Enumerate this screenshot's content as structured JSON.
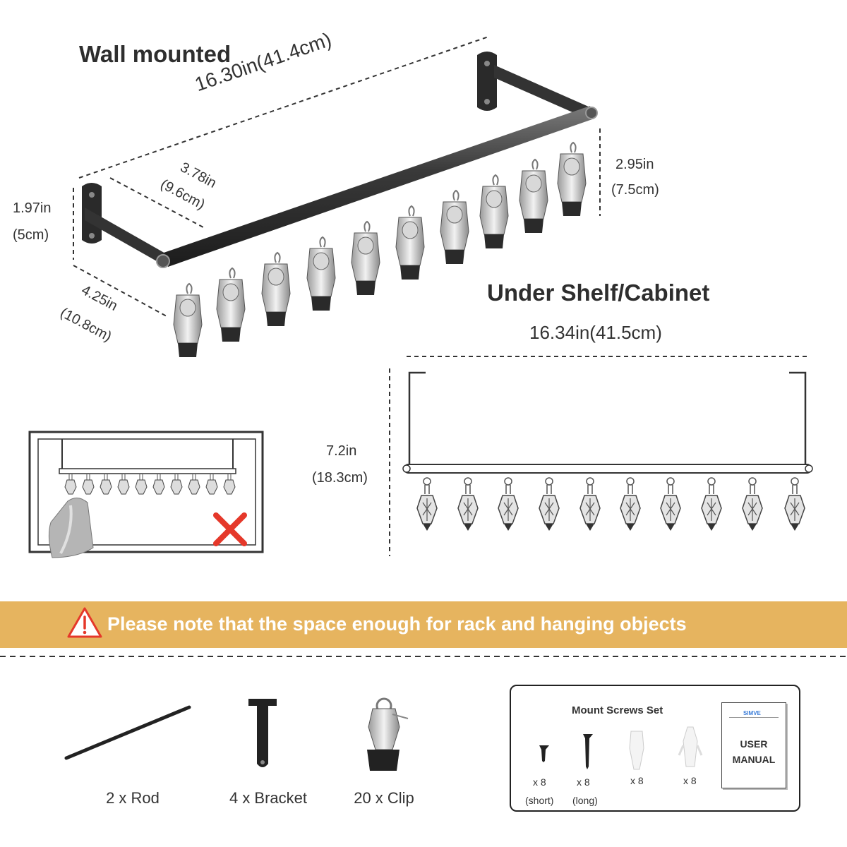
{
  "wall": {
    "title": "Wall mounted",
    "length": "16.30in(41.4cm)",
    "depth_in": "3.78in",
    "depth_cm": "(9.6cm)",
    "height_in": "1.97in",
    "height_cm": "(5cm)",
    "base_in": "4.25in",
    "base_cm": "(10.8cm)",
    "clip_in": "2.95in",
    "clip_cm": "(7.5cm)"
  },
  "shelf": {
    "title": "Under Shelf/Cabinet",
    "length": "16.34in(41.5cm)",
    "height_in": "7.2in",
    "height_cm": "(18.3cm)"
  },
  "banner": {
    "text": "Please note that the space enough for rack and hanging objects",
    "color": "#e6b45f"
  },
  "parts": {
    "rod": "2 x Rod",
    "bracket": "4 x Bracket",
    "clip": "20 x Clip"
  },
  "screws": {
    "title": "Mount Screws Set",
    "short_qty": "x 8",
    "short_label": "(short)",
    "long_qty": "x 8",
    "long_label": "(long)",
    "anchor_qty": "x 8",
    "toggle_qty": "x 8",
    "manual_brand": "SIMVE",
    "manual_line1": "USER",
    "manual_line2": "MANUAL"
  },
  "icons": [
    "warning-icon",
    "cross-icon"
  ]
}
